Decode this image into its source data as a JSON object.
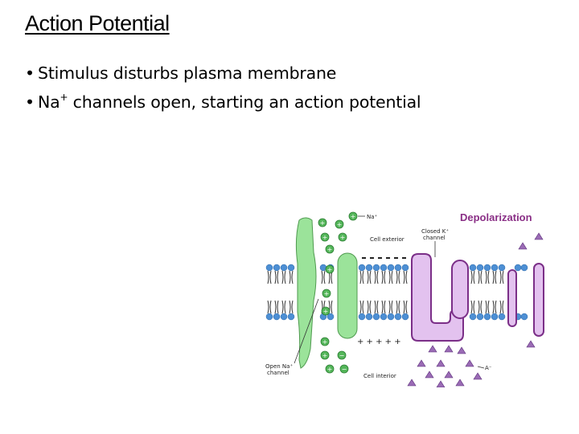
{
  "slide": {
    "title": "Action Potential",
    "bullets": [
      "Stimulus disturbs plasma membrane",
      " channels open, starting an action potential"
    ],
    "bullet2_ion": "Na",
    "bullet2_ion_charge": "+"
  },
  "figure": {
    "heading": "Depolarization",
    "label_na": "Na⁺",
    "label_cell_exterior": "Cell exterior",
    "label_closed_k_1": "Closed K⁺",
    "label_closed_k_2": "channel",
    "label_open_na_1": "Open Na⁺",
    "label_open_na_2": "channel",
    "label_cell_interior": "Cell interior",
    "label_a": "A⁻",
    "colors": {
      "na_channel": "#9be39a",
      "k_channel": "#e3c2ef",
      "k_channel_stroke": "#7b2f88",
      "lipid_head": "#4d8fd4",
      "heading": "#8a2f86"
    }
  }
}
